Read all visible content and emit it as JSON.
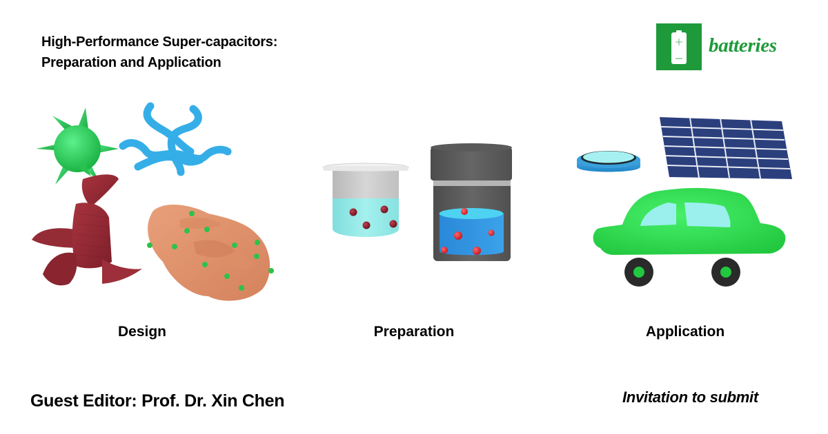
{
  "header": {
    "title_line1": "High-Performance Super-capacitors:",
    "title_line2": "Preparation and Application"
  },
  "journal": {
    "name": "batteries",
    "logo_icon": "battery-icon",
    "brand_color": "#1e9a3a"
  },
  "sections": [
    {
      "label": "Design",
      "illustrations": [
        "spiky-sphere",
        "blue-tubes",
        "red-layered-sheets",
        "porous-orange-block"
      ]
    },
    {
      "label": "Preparation",
      "illustrations": [
        "beaker-with-particles",
        "jar-with-particles"
      ]
    },
    {
      "label": "Application",
      "illustrations": [
        "coin-cell",
        "solar-panel",
        "green-car"
      ]
    }
  ],
  "footer": {
    "guest_editor": "Guest Editor: Prof. Dr. Xin Chen",
    "cta": "Invitation to submit"
  }
}
